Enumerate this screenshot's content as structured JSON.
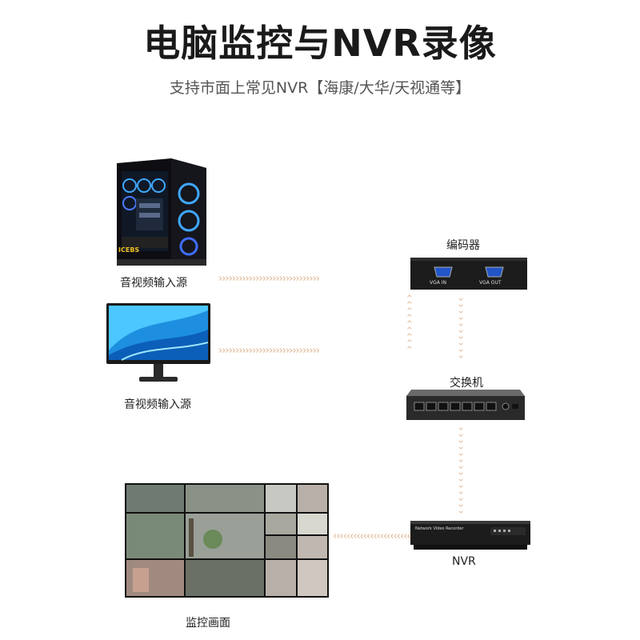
{
  "header": {
    "title": "电脑监控与NVR录像",
    "subtitle": "支持市面上常见NVR【海康/大华/天视通等】"
  },
  "devices": {
    "pc_label": "音视频输入源",
    "monitor_label": "音视频输入源",
    "encoder_label": "编码器",
    "encoder_port_in": "VGA IN",
    "encoder_port_out": "VGA OUT",
    "switch_label": "交换机",
    "nvr_label": "NVR",
    "nvr_brand": "Network Video Recorder",
    "screen_label": "监控画面",
    "pc_brand": "ICEBS"
  },
  "colors": {
    "arrow": "#e0b48f",
    "device_dark": "#1c1c1c"
  }
}
